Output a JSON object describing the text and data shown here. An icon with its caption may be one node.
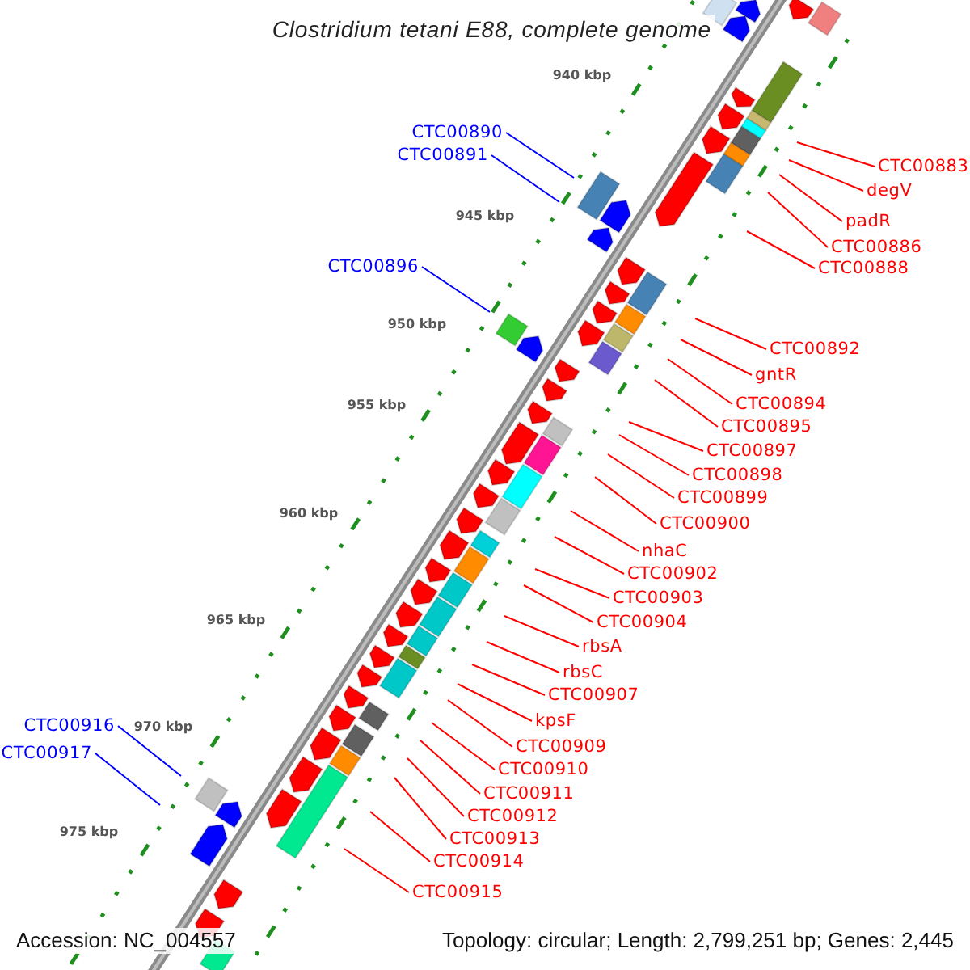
{
  "diagram": {
    "title": "Clostridium tetani E88, complete genome",
    "nodes": [
      {
        "text": [
          "CTC00890"
        ]
      },
      {
        "text": [
          "CTC00891"
        ]
      },
      {
        "text": [
          "CTC00883"
        ]
      },
      {
        "text": [
          "degV"
        ]
      },
      {
        "text": [
          "padR"
        ]
      },
      {
        "text": [
          "CTC00886"
        ]
      },
      {
        "text": [
          "CTC00896"
        ]
      },
      {
        "text": [
          "CTC00888"
        ]
      },
      {
        "text": [
          "CTC00892"
        ]
      },
      {
        "text": [
          "gntR"
        ]
      },
      {
        "text": [
          "CTC00894"
        ]
      },
      {
        "text": [
          "CTC00895"
        ]
      },
      {
        "text": [
          "CTC00897"
        ]
      },
      {
        "text": [
          "CTC00898"
        ]
      },
      {
        "text": [
          "CTC00899"
        ]
      },
      {
        "text": [
          "CTC00900"
        ]
      },
      {
        "text": [
          "nhaC"
        ]
      },
      {
        "text": [
          "CTC00902"
        ]
      },
      {
        "text": [
          "CTC00903"
        ]
      },
      {
        "text": [
          "CTC00904"
        ]
      },
      {
        "text": [
          "rbsA"
        ]
      },
      {
        "text": [
          "rbsC"
        ]
      },
      {
        "text": [
          "CTC00907"
        ]
      },
      {
        "text": [
          "kpsF"
        ]
      },
      {
        "text": [
          "CTC00916"
        ]
      },
      {
        "text": [
          "CTC00909"
        ]
      },
      {
        "text": [
          "CTC00917"
        ]
      },
      {
        "text": [
          "CTC00910"
        ]
      },
      {
        "text": [
          "CTC00911"
        ]
      },
      {
        "text": [
          "CTC00912"
        ]
      },
      {
        "text": [
          "CTC00913"
        ]
      },
      {
        "text": [
          "CTC00914"
        ]
      },
      {
        "text": [
          "CTC00915"
        ]
      }
    ],
    "edges": [
      {
        "from": 0,
        "to": null,
        "arrow": "none",
        "color": "#0000ff"
      },
      {
        "from": 1,
        "to": null,
        "arrow": "none",
        "color": "#0000ff"
      },
      {
        "from": 2,
        "to": null,
        "arrow": "none"
      },
      {
        "from": 3,
        "to": null,
        "arrow": "none"
      },
      {
        "from": 4,
        "to": null,
        "arrow": "none"
      },
      {
        "from": 5,
        "to": null,
        "arrow": "none"
      },
      {
        "from": 6,
        "to": null,
        "arrow": "none",
        "color": "#0000ff"
      },
      {
        "from": 7,
        "to": null,
        "arrow": "none"
      },
      {
        "from": 8,
        "to": null,
        "arrow": "none"
      },
      {
        "from": 9,
        "to": null,
        "arrow": "none"
      },
      {
        "from": 10,
        "to": null,
        "arrow": "none"
      },
      {
        "from": 11,
        "to": null,
        "arrow": "none"
      },
      {
        "from": 12,
        "to": null,
        "arrow": "none"
      },
      {
        "from": 13,
        "to": null,
        "arrow": "none"
      },
      {
        "from": 14,
        "to": null,
        "arrow": "none"
      },
      {
        "from": 15,
        "to": null,
        "arrow": "none"
      },
      {
        "from": 16,
        "to": null,
        "arrow": "none"
      },
      {
        "from": 17,
        "to": null,
        "arrow": "none"
      },
      {
        "from": 18,
        "to": null,
        "arrow": "none"
      },
      {
        "from": 19,
        "to": null,
        "arrow": "none"
      },
      {
        "from": 20,
        "to": null,
        "arrow": "none"
      },
      {
        "from": 21,
        "to": null,
        "arrow": "none"
      },
      {
        "from": 22,
        "to": null,
        "arrow": "none"
      },
      {
        "from": 23,
        "to": null,
        "arrow": "none"
      },
      {
        "from": 24,
        "to": null,
        "arrow": "none",
        "color": "#0000ff"
      },
      {
        "from": 25,
        "to": null,
        "arrow": "none"
      },
      {
        "from": 26,
        "to": null,
        "arrow": "none",
        "color": "#0000ff"
      },
      {
        "from": 27,
        "to": null,
        "arrow": "none"
      },
      {
        "from": 28,
        "to": null,
        "arrow": "none"
      },
      {
        "from": 29,
        "to": null,
        "arrow": "none"
      },
      {
        "from": 30,
        "to": null,
        "arrow": "none"
      },
      {
        "from": 31,
        "to": null,
        "arrow": "none"
      },
      {
        "from": 32,
        "to": null,
        "arrow": "none"
      }
    ],
    "labels": [
      "940 kbp",
      "945 kbp",
      "950 kbp",
      "955 kbp",
      "960 kbp",
      "965 kbp",
      "970 kbp",
      "975 kbp",
      "Accession: NC_004557",
      "Topology: circular; Length: 2,799,251 bp; Genes: 2,445"
    ]
  }
}
